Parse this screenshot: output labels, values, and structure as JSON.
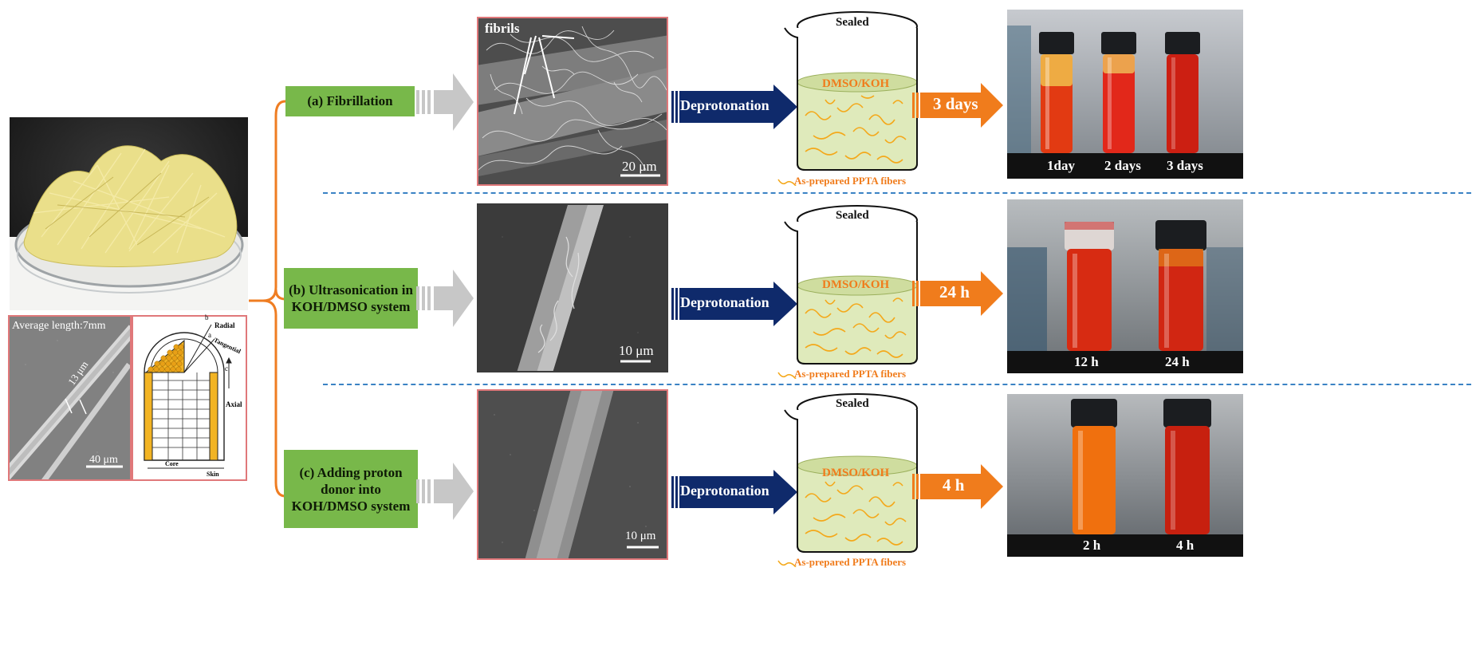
{
  "source_panel": {
    "average_length": "Average length:7mm",
    "diameter": "13 μm",
    "scale": "40 μm",
    "schematic": {
      "radial": "Radial",
      "tangential": "Tangential",
      "axial": "Axial",
      "core": "Core",
      "skin": "Skin",
      "b_symbol": "b",
      "a_symbol": "a",
      "c_symbol": "c"
    }
  },
  "rows": [
    {
      "method": "(a) Fibrillation",
      "sem_label": "fibrils",
      "sem_scale": "20 μm",
      "step": "Deprotonation",
      "beaker_lid": "Sealed",
      "solution": "DMSO/KOH",
      "fiber_legend": "As-prepared PPTA fibers",
      "time": "3 days",
      "vial_labels": [
        "1day",
        "2 days",
        "3 days"
      ]
    },
    {
      "method": "(b) Ultrasonication in KOH/DMSO system",
      "sem_label": "",
      "sem_scale": "10 μm",
      "step": "Deprotonation",
      "beaker_lid": "Sealed",
      "solution": "DMSO/KOH",
      "fiber_legend": "As-prepared PPTA fibers",
      "time": "24 h",
      "vial_labels": [
        "12 h",
        "24 h"
      ]
    },
    {
      "method": "(c) Adding proton donor into KOH/DMSO system",
      "sem_label": "",
      "sem_scale": "10 μm",
      "step": "Deprotonation",
      "beaker_lid": "Sealed",
      "solution": "DMSO/KOH",
      "fiber_legend": "As-prepared PPTA fibers",
      "time": "4 h",
      "vial_labels": [
        "2 h",
        "4 h"
      ]
    }
  ],
  "colors": {
    "method_box": "#78b84a",
    "deprotonation_arrow": "#0f2a6b",
    "time_arrow": "#f07c1c",
    "bracket": "#ef7d22",
    "divider": "#3a82c4",
    "sem_frame": "#e0787a",
    "solution": "#dfeabb",
    "fiber": "#f4a81a"
  }
}
